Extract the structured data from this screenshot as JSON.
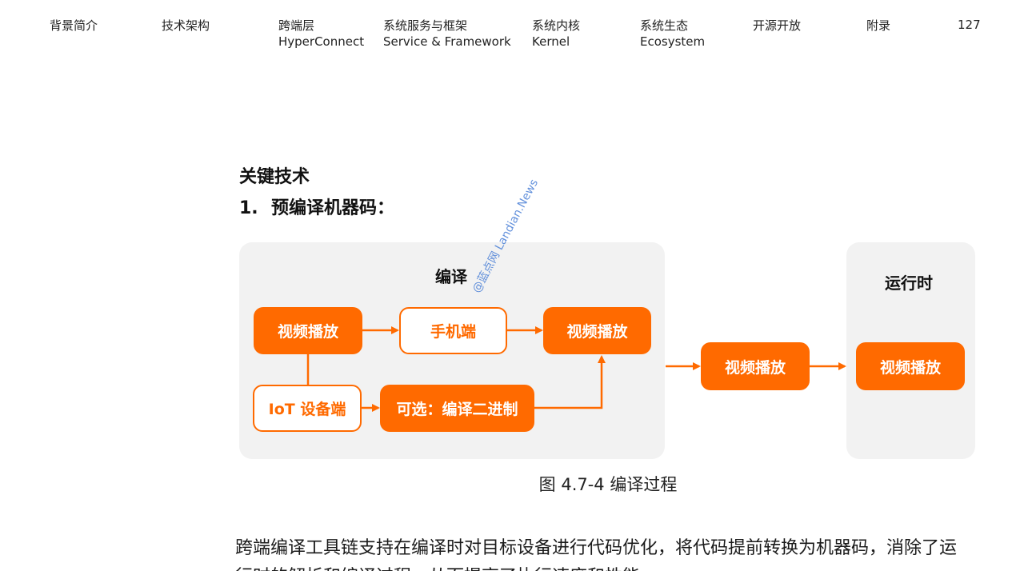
{
  "nav": {
    "items": [
      {
        "line1": "背景简介",
        "line2": ""
      },
      {
        "line1": "技术架构",
        "line2": ""
      },
      {
        "line1": "跨端层",
        "line2": "HyperConnect"
      },
      {
        "line1": "系统服务与框架",
        "line2": "Service & Framework"
      },
      {
        "line1": "系统内核",
        "line2": "Kernel"
      },
      {
        "line1": "系统生态",
        "line2": "Ecosystem"
      },
      {
        "line1": "开源开放",
        "line2": ""
      },
      {
        "line1": "附录",
        "line2": ""
      }
    ],
    "page_number": "127"
  },
  "section": {
    "heading": "关键技术",
    "sub_number": "1.",
    "sub_heading": "预编译机器码："
  },
  "diagram": {
    "compile_title": "编译",
    "runtime_title": "运行时",
    "boxes": {
      "video1": "视频播放",
      "phone": "手机端",
      "video2": "视频播放",
      "iot": "IoT 设备端",
      "binary": "可选：编译二进制",
      "video3": "视频播放",
      "video4": "视频播放"
    },
    "accent_color": "#ff6a00",
    "panel_color": "#f2f2f2"
  },
  "watermark": "@蓝点网 Landian.News",
  "caption": "图 4.7-4 编译过程",
  "paragraph": "跨端编译工具链支持在编译时对目标设备进行代码优化，将代码提前转换为机器码，消除了运行时的解析和编译过程，从而提高了执行速度和性能。"
}
